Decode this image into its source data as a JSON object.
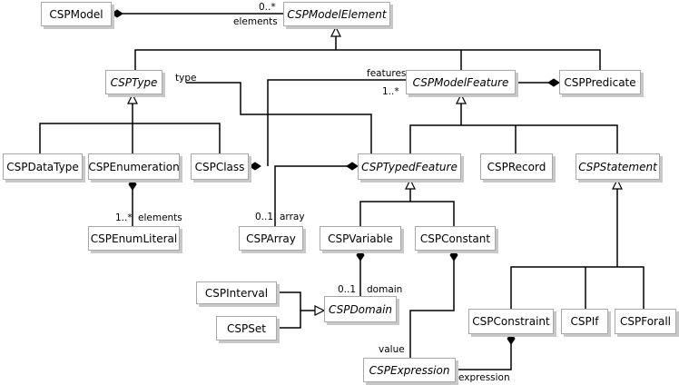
{
  "classes": {
    "model": "CSPModel",
    "model_element": "CSPModelElement",
    "type": "CSPType",
    "model_feature": "CSPModelFeature",
    "predicate": "CSPPredicate",
    "data_type": "CSPDataType",
    "enumeration": "CSPEnumeration",
    "class": "CSPClass",
    "typed_feature": "CSPTypedFeature",
    "record": "CSPRecord",
    "statement": "CSPStatement",
    "enum_literal": "CSPEnumLiteral",
    "array": "CSPArray",
    "variable": "CSPVariable",
    "constant": "CSPConstant",
    "interval": "CSPInterval",
    "domain": "CSPDomain",
    "set": "CSPSet",
    "constraint": "CSPConstraint",
    "if": "CSPIf",
    "forall": "CSPForall",
    "expression": "CSPExpression"
  },
  "labels": {
    "elements_mult": "0..*",
    "elements_role": "elements",
    "type_role": "type",
    "features_role": "features",
    "features_mult": "1..*",
    "enum_elements_mult": "1..*",
    "enum_elements_role": "elements",
    "array_mult": "0..1",
    "array_role": "array",
    "domain_mult": "0..1",
    "domain_role": "domain",
    "value_role": "value",
    "expression_role": "expression"
  },
  "colors": {
    "line": "#000000",
    "box_border": "#a8a8a8",
    "box_shadow": "#c8c8c8"
  }
}
